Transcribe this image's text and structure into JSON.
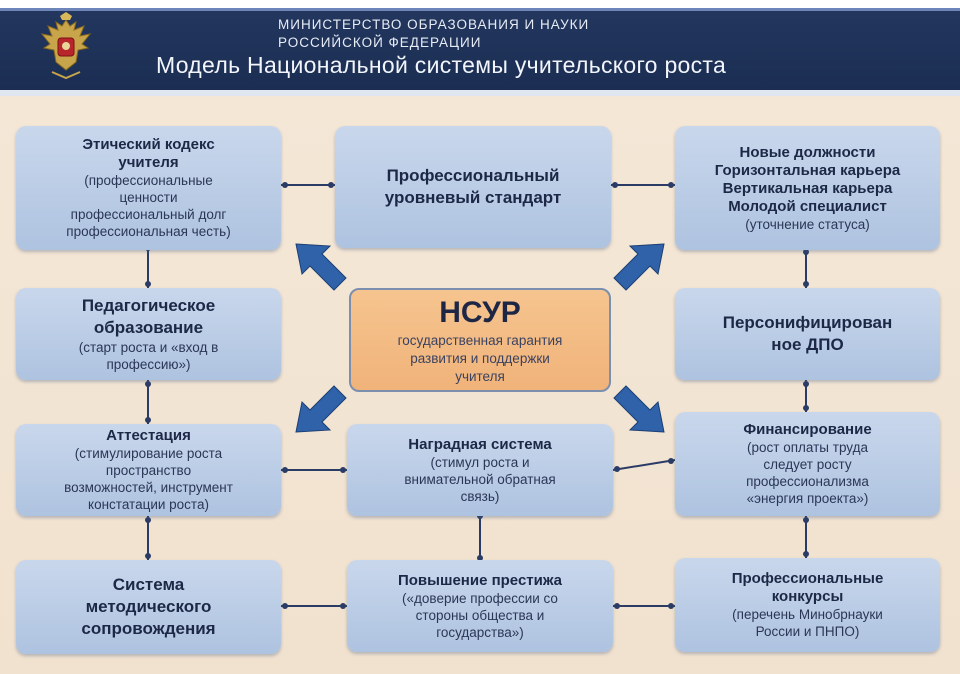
{
  "header": {
    "ministry_line1": "МИНИСТЕРСТВО ОБРАЗОВАНИЯ И НАУКИ",
    "ministry_line2": "РОССИЙСКОЙ ФЕДЕРАЦИИ",
    "title": "Модель Национальной системы учительского роста",
    "emblem_icon": "double-headed-eagle-emblem"
  },
  "center": {
    "title": "НСУР",
    "line1": "государственная гарантия",
    "line2": "развития и поддержки",
    "line3": "учителя"
  },
  "boxes": {
    "ethics": {
      "head1": "Этический кодекс",
      "head2": "учителя",
      "sub1": "(профессиональные",
      "sub2": "ценности",
      "sub3": "профессиональный долг",
      "sub4": "профессиональная честь)"
    },
    "standard": {
      "head1": "Профессиональный",
      "head2": "уровневый стандарт"
    },
    "positions": {
      "line1": "Новые должности",
      "line2": "Горизонтальная карьера",
      "line3": "Вертикальная карьера",
      "line4": "Молодой специалист",
      "sub": "(уточнение статуса)"
    },
    "pedagogical": {
      "head1": "Педагогическое",
      "head2": "образование",
      "sub1": "(старт роста и «вход в",
      "sub2": "профессию»)"
    },
    "dpo": {
      "head1": "Персонифицирован",
      "head2": "ное ДПО"
    },
    "attestation": {
      "head": "Аттестация",
      "sub1": "(стимулирование роста",
      "sub2": "пространство",
      "sub3": "возможностей, инструмент",
      "sub4": "констатации роста)"
    },
    "awards": {
      "head": "Наградная система",
      "sub1": "(стимул роста и",
      "sub2": "внимательной обратная",
      "sub3": "связь)"
    },
    "financing": {
      "head": "Финансирование",
      "sub1": "(рост оплаты труда",
      "sub2": "следует росту",
      "sub3": "профессионализма",
      "sub4": "«энергия проекта»)"
    },
    "methodical": {
      "head1": "Система",
      "head2": "методического",
      "head3": "сопровождения"
    },
    "prestige": {
      "head": "Повышение престижа",
      "sub1": "(«доверие профессии со",
      "sub2": "стороны общества и",
      "sub3": "государства»)"
    },
    "contests": {
      "head1": "Профессиональные",
      "head2": "конкурсы",
      "sub1": "(перечень Минобрнауки",
      "sub2": "России и ПНПО)"
    }
  },
  "colors": {
    "header_bg": "#1b2d52",
    "panel_bg": "#f2e4d1",
    "box_bg": "#b9cbe5",
    "center_bg": "#f3bb83",
    "arrow": "#2e5fa3",
    "connector": "#2a3c66"
  }
}
